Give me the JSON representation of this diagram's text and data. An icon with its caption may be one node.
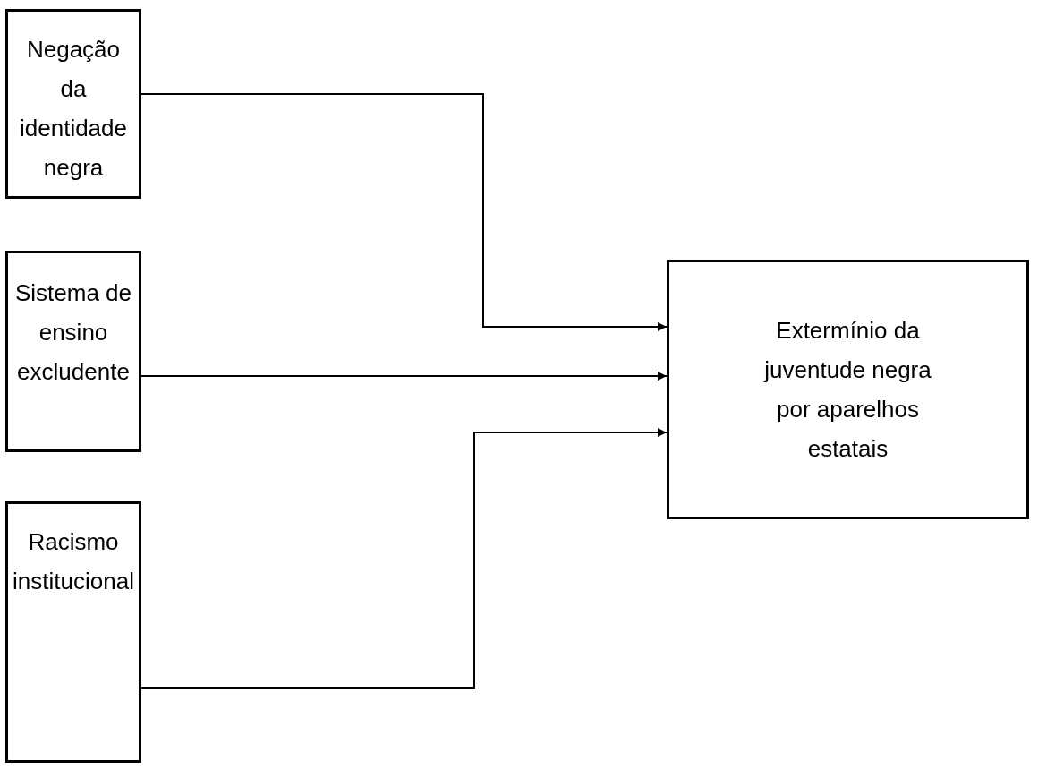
{
  "diagram": {
    "nodes": [
      {
        "text": [
          "Negação da identidade negra"
        ]
      },
      {
        "text": [
          "Sistema de ensino excludente"
        ]
      },
      {
        "text": [
          "Racismo institucional"
        ]
      },
      {
        "text": [
          "Extermínio da juventude negra por aparelhos estatais"
        ]
      }
    ],
    "edges": [
      {
        "from": 0,
        "to": 3,
        "arrow": "to"
      },
      {
        "from": 1,
        "to": 3,
        "arrow": "to"
      },
      {
        "from": 2,
        "to": 3,
        "arrow": "to"
      }
    ]
  }
}
